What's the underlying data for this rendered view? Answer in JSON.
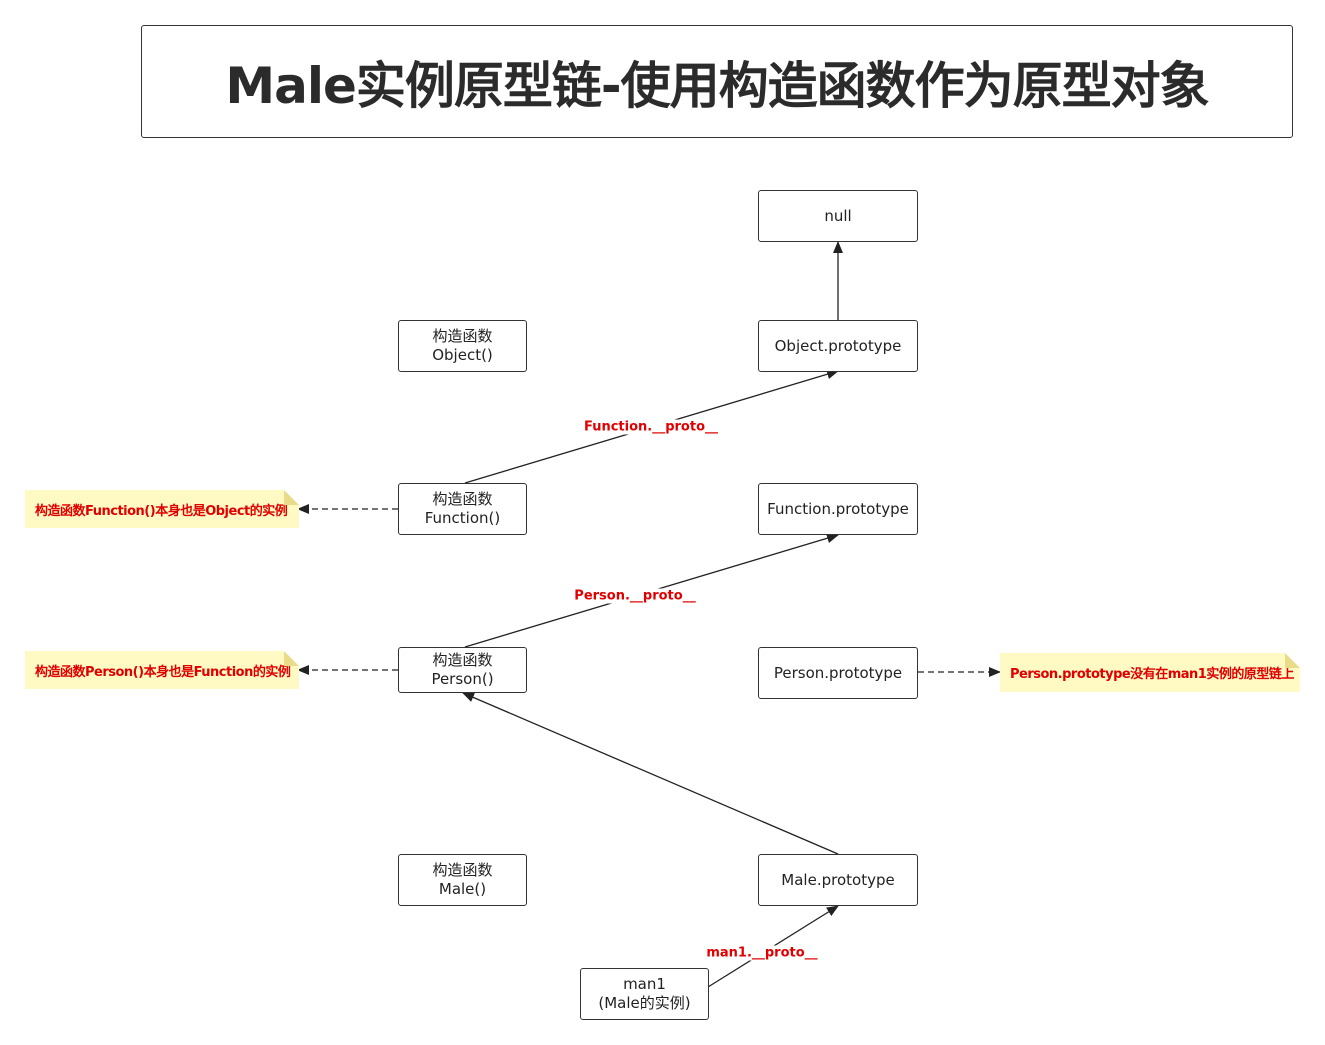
{
  "title": "Male实例原型链-使用构造函数作为原型对象",
  "nodes": {
    "null_node": {
      "line1": "null"
    },
    "object_prototype": {
      "line1": "Object.prototype"
    },
    "function_prototype": {
      "line1": "Function.prototype"
    },
    "person_prototype": {
      "line1": "Person.prototype"
    },
    "male_prototype": {
      "line1": "Male.prototype"
    },
    "ctor_object": {
      "line1": "构造函数",
      "line2": "Object()"
    },
    "ctor_function": {
      "line1": "构造函数",
      "line2": "Function()"
    },
    "ctor_person": {
      "line1": "构造函数",
      "line2": "Person()"
    },
    "ctor_male": {
      "line1": "构造函数",
      "line2": "Male()"
    },
    "man1": {
      "line1": "man1",
      "line2": "(Male的实例)"
    }
  },
  "edge_labels": {
    "function_proto": "Function.__proto__",
    "person_proto": "Person.__proto__",
    "man1_proto": "man1.__proto__"
  },
  "notes": {
    "function_note": "构造函数Function()本身也是Object的实例",
    "person_note": "构造函数Person()本身也是Function的实例",
    "person_prototype_note": "Person.prototype没有在man1实例的原型链上"
  },
  "colors": {
    "label_red": "#e00000",
    "note_bg": "#fff9c4",
    "border": "#333333"
  }
}
